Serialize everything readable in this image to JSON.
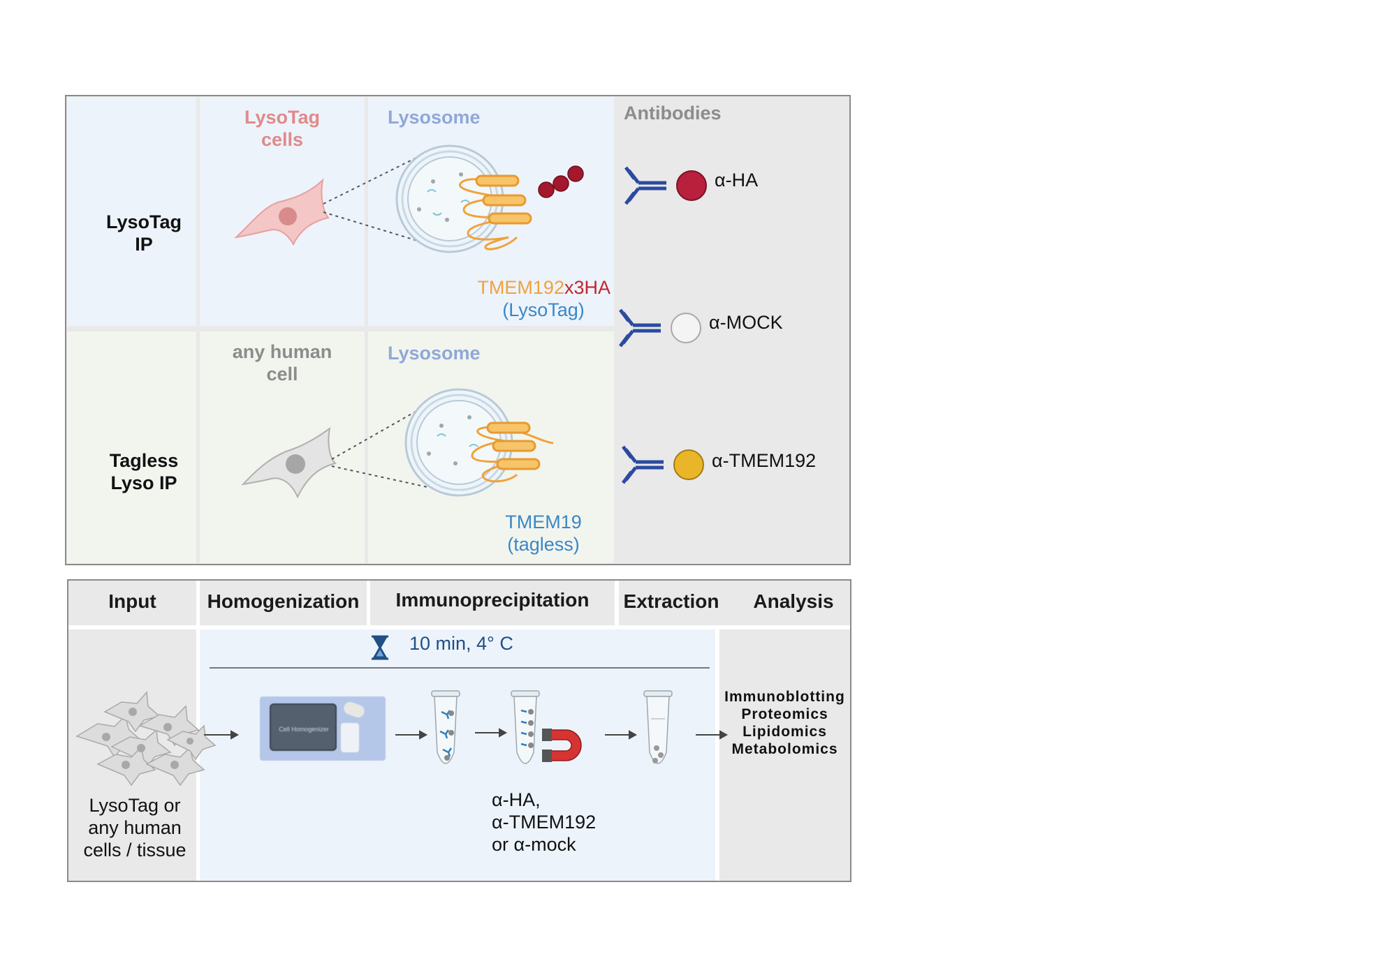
{
  "top_panel": {
    "rows": [
      {
        "label_line1": "LysoTag",
        "label_line2": "IP",
        "cell_title_line1": "LysoTag",
        "cell_title_line2": "cells",
        "organelle_title": "Lysosome",
        "protein_name": "TMEM192",
        "protein_tag": "x3HA",
        "protein_sub": "(LysoTag)"
      },
      {
        "label_line1": "Tagless",
        "label_line2": "Lyso IP",
        "cell_title_line1": "any human",
        "cell_title_line2": "cell",
        "organelle_title": "Lysosome",
        "protein_name": "TMEM19",
        "protein_sub": "(tagless)"
      }
    ],
    "antibodies_title": "Antibodies",
    "antibodies": [
      {
        "label": "α-HA",
        "bead_color": "#b8203c"
      },
      {
        "label": "α-MOCK",
        "bead_color": "#f4f4f4"
      },
      {
        "label": "α-TMEM192",
        "bead_color": "#e9b62a"
      }
    ]
  },
  "bottom_panel": {
    "headers": [
      "Input",
      "Homogenization",
      "Immunoprecipitation",
      "Extraction",
      "Analysis"
    ],
    "time_note": "10 min, 4° C",
    "homogenizer_label": "Cell Homogenizer",
    "input_caption": [
      "LysoTag or",
      "any human",
      "cells / tissue"
    ],
    "ip_caption": [
      "α-HA,",
      "α-TMEM192",
      "or α-mock"
    ],
    "analysis_items": [
      "Immunoblotting",
      "Proteomics",
      "Lipidomics",
      "Metabolomics"
    ]
  },
  "colors": {
    "lysotag_title": "#e08a8a",
    "lysosome_title": "#90a8d8",
    "tmem_orange": "#f0a23a",
    "ha_red": "#c0272d",
    "blue_text": "#3a87c6",
    "gray_text": "#8c8c8c",
    "antibody_blue": "#2c4aa0"
  }
}
